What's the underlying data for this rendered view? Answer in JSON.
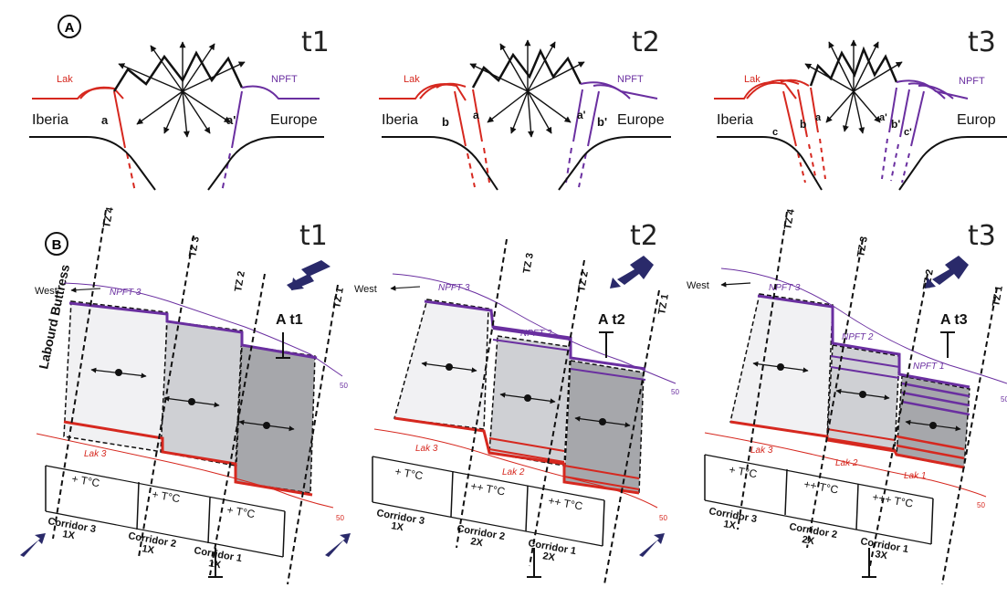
{
  "panel_a": {
    "letter": "A",
    "frames": [
      {
        "time": "t1",
        "left_label": "Lak",
        "right_label": "NPFT",
        "left_region": "Iberia",
        "right_region": "Europe",
        "left_faults": [
          "a"
        ],
        "right_faults": [
          "a'"
        ]
      },
      {
        "time": "t2",
        "left_label": "Lak",
        "right_label": "NPFT",
        "left_region": "Iberia",
        "right_region": "Europe",
        "left_faults": [
          "b",
          "a"
        ],
        "right_faults": [
          "a'",
          "b'"
        ]
      },
      {
        "time": "t3",
        "left_label": "Lak",
        "right_label": "NPFT",
        "left_region": "Iberia",
        "right_region": "Europ",
        "left_faults": [
          "c",
          "b",
          "a"
        ],
        "right_faults": [
          "a'",
          "b'",
          "c'"
        ]
      }
    ]
  },
  "panel_b": {
    "letter": "B",
    "west_label": "West",
    "buttress_label": "Labourd Buttress",
    "transfer_zones": [
      "TZ 4",
      "TZ 3",
      "TZ 2",
      "TZ 1"
    ],
    "frames": [
      {
        "time": "t1",
        "section_label": "A t1",
        "npft": [
          "NPFT 3"
        ],
        "lak": [
          "Lak 3"
        ],
        "contour": "50",
        "corridors": [
          {
            "name": "Corridor 3",
            "factor": "1X",
            "temp": "+ T°C"
          },
          {
            "name": "Corridor 2",
            "factor": "1X",
            "temp": "+ T°C"
          },
          {
            "name": "Corridor 1",
            "factor": "1X",
            "temp": "+ T°C"
          }
        ]
      },
      {
        "time": "t2",
        "section_label": "A t2",
        "npft": [
          "NPFT 3",
          "NPFT 2"
        ],
        "lak": [
          "Lak 3",
          "Lak 2"
        ],
        "contour": "50",
        "corridors": [
          {
            "name": "Corridor 3",
            "factor": "1X",
            "temp": "+ T°C"
          },
          {
            "name": "Corridor 2",
            "factor": "2X",
            "temp": "++ T°C"
          },
          {
            "name": "Corridor 1",
            "factor": "2X",
            "temp": "++ T°C"
          }
        ]
      },
      {
        "time": "t3",
        "section_label": "A t3",
        "npft": [
          "NPFT 3",
          "NPFT 2",
          "NPFT 1"
        ],
        "lak": [
          "Lak 3",
          "Lak 2",
          "Lak 1"
        ],
        "contour": "50",
        "corridors": [
          {
            "name": "Corridor 3",
            "factor": "1X",
            "temp": "+ T°C"
          },
          {
            "name": "Corridor 2",
            "factor": "2X",
            "temp": "++ T°C"
          },
          {
            "name": "Corridor 1",
            "factor": "3X",
            "temp": "+++ T°C"
          }
        ]
      }
    ]
  },
  "colors": {
    "lak": "#d6281f",
    "npft": "#6a2fa0",
    "arrow": "#2a2a6a",
    "corr3": "#f1f1f3",
    "corr2": "#cfd0d4",
    "corr1": "#a6a7ab"
  }
}
